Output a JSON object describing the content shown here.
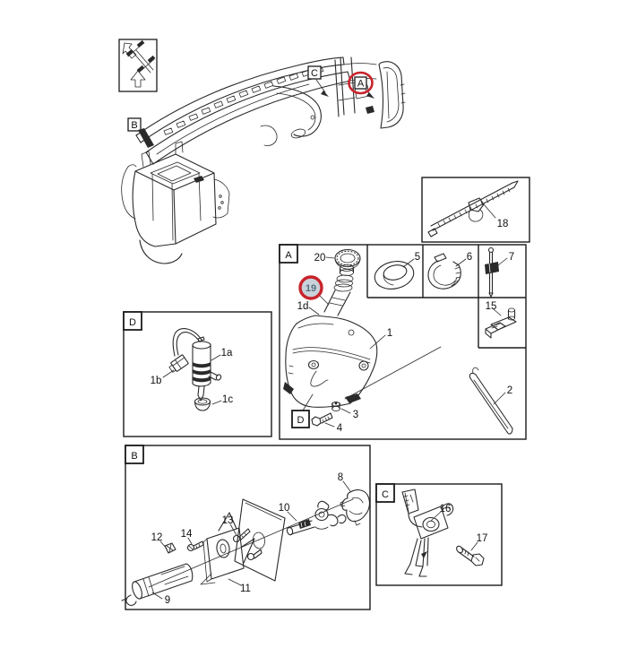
{
  "page": {
    "background": "#ffffff",
    "description": "exploded parts diagram of front bumper washer system"
  },
  "colors": {
    "line": "#2a2a2a",
    "highlight_red": "#c8232b",
    "badge_fill": "#c9d2da",
    "badge_text": "#56707f"
  },
  "sections": {
    "a": "A",
    "b": "B",
    "c": "C",
    "d": "D"
  },
  "callouts": {
    "c1": "1",
    "c1a": "1a",
    "c1b": "1b",
    "c1c": "1c",
    "c1d": "1d",
    "c2": "2",
    "c3": "3",
    "c4": "4",
    "c5": "5",
    "c6": "6",
    "c7": "7",
    "c8": "8",
    "c9": "9",
    "c10": "10",
    "c11": "11",
    "c12": "12",
    "c13": "13",
    "c14": "14",
    "c15": "15",
    "c16": "16",
    "c17": "17",
    "c18": "18",
    "c19": "19",
    "c20": "20"
  },
  "highlighted_callout": "19",
  "highlighted_section": "A",
  "icons": {
    "direction_arrow": "up-arrow-outline",
    "vehicle_orientation": "car-top-view-with-arrow"
  }
}
